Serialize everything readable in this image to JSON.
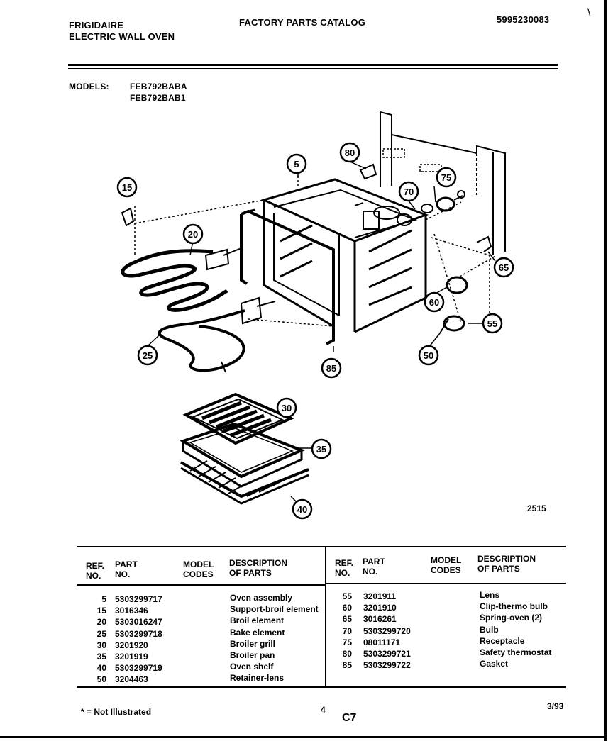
{
  "header": {
    "brand": "FRIGIDAIRE",
    "product": "ELECTRIC WALL OVEN",
    "catalog_title": "FACTORY PARTS CATALOG",
    "catalog_number": "5995230083",
    "models_label": "MODELS:",
    "models": [
      "FEB792BABA",
      "FEB792BAB1"
    ]
  },
  "corner_mark": "\\",
  "figure_number": "2515",
  "callouts": [
    "5",
    "15",
    "20",
    "25",
    "30",
    "35",
    "40",
    "50",
    "55",
    "60",
    "65",
    "70",
    "75",
    "80",
    "85"
  ],
  "table": {
    "headers": {
      "ref": "REF.\nNO.",
      "part": "PART\nNO.",
      "model": "MODEL\nCODES",
      "desc": "DESCRIPTION\nOF PARTS"
    },
    "left": [
      {
        "ref": "5",
        "part": "5303299717",
        "model": "",
        "desc": "Oven assembly"
      },
      {
        "ref": "15",
        "part": "3016346",
        "model": "",
        "desc": "Support-broil element"
      },
      {
        "ref": "20",
        "part": "5303016247",
        "model": "",
        "desc": "Broil element"
      },
      {
        "ref": "25",
        "part": "5303299718",
        "model": "",
        "desc": "Bake element"
      },
      {
        "ref": "30",
        "part": "3201920",
        "model": "",
        "desc": "Broiler grill"
      },
      {
        "ref": "35",
        "part": "3201919",
        "model": "",
        "desc": "Broiler pan"
      },
      {
        "ref": "40",
        "part": "5303299719",
        "model": "",
        "desc": "Oven shelf"
      },
      {
        "ref": "50",
        "part": "3204463",
        "model": "",
        "desc": "Retainer-lens"
      }
    ],
    "right": [
      {
        "ref": "55",
        "part": "3201911",
        "model": "",
        "desc": "Lens"
      },
      {
        "ref": "60",
        "part": "3201910",
        "model": "",
        "desc": "Clip-thermo bulb"
      },
      {
        "ref": "65",
        "part": "3016261",
        "model": "",
        "desc": "Spring-oven (2)"
      },
      {
        "ref": "70",
        "part": "5303299720",
        "model": "",
        "desc": "Bulb"
      },
      {
        "ref": "75",
        "part": "08011171",
        "model": "",
        "desc": "Receptacle"
      },
      {
        "ref": "80",
        "part": "5303299721",
        "model": "",
        "desc": "Safety thermostat"
      },
      {
        "ref": "85",
        "part": "5303299722",
        "model": "",
        "desc": "Gasket"
      }
    ]
  },
  "footer": {
    "note": "* = Not Illustrated",
    "page": "4",
    "section": "C7",
    "date": "3/93"
  }
}
